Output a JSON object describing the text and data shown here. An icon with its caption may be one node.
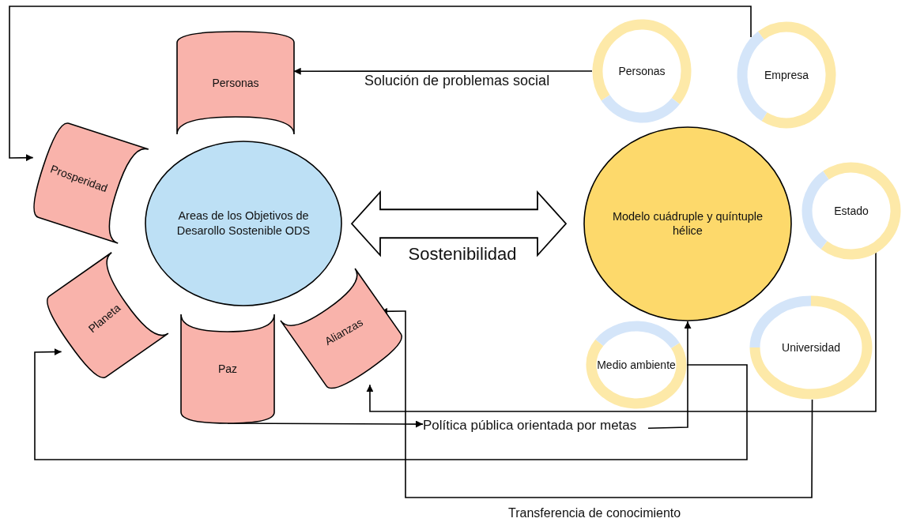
{
  "diagram": {
    "nodes": [
      {
        "text": [
          "Personas"
        ]
      },
      {
        "text": [
          "Prosperidad"
        ]
      },
      {
        "text": [
          "Planeta"
        ]
      },
      {
        "text": [
          "Paz"
        ]
      },
      {
        "text": [
          "Alianzas"
        ]
      },
      {
        "text": [
          "Areas de los Objetivos de Desarollo Sostenible ODS"
        ]
      },
      {
        "text": [
          "Modelo  cuádruple y quíntuple hélice"
        ]
      },
      {
        "text": [
          "Personas"
        ]
      },
      {
        "text": [
          "Empresa"
        ]
      },
      {
        "text": [
          "Estado"
        ]
      },
      {
        "text": [
          "Universidad"
        ]
      },
      {
        "text": [
          "Medio ambiente"
        ]
      },
      {
        "text": [
          "Política pública orientada por metas"
        ]
      }
    ],
    "edges": [
      {
        "from": 7,
        "to": 0,
        "arrow": "to",
        "label": "Solución de problemas social"
      },
      {
        "from": 8,
        "to": 1,
        "arrow": "to"
      },
      {
        "from": 5,
        "to": 6,
        "arrow": "both",
        "label": "Sostenibilidad",
        "style": "thick"
      },
      {
        "from": 3,
        "to": 12,
        "arrow": "to"
      },
      {
        "from": 12,
        "to": 6,
        "arrow": "to"
      },
      {
        "from": 9,
        "to": 4,
        "arrow": "to"
      },
      {
        "from": 11,
        "to": 2,
        "arrow": "to"
      },
      {
        "from": 10,
        "to": 4,
        "arrow": "to",
        "label": "Transferencia de conocimiento"
      }
    ]
  }
}
